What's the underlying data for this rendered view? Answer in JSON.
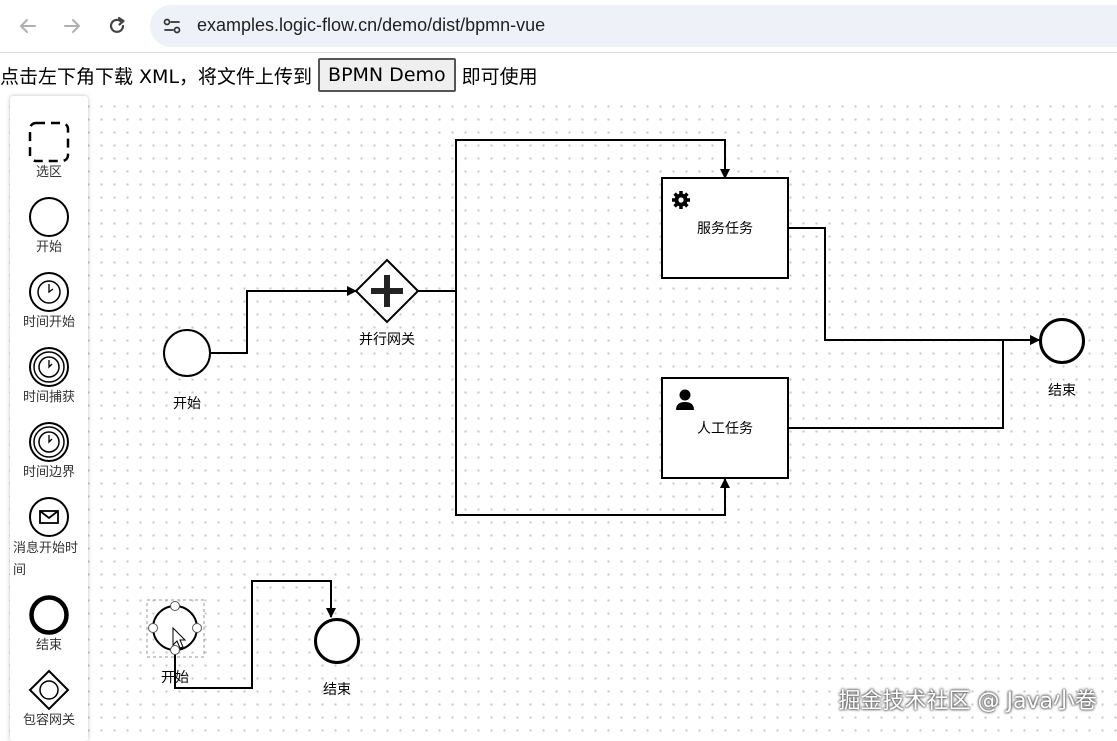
{
  "browser": {
    "url": "examples.logic-flow.cn/demo/dist/bpmn-vue"
  },
  "instruction": {
    "prefix": "点击左下角下载 XML，将文件上传到",
    "button_label": "BPMN Demo",
    "suffix": "即可使用"
  },
  "palette": {
    "items": [
      {
        "label": "选区",
        "icon": "selection-icon"
      },
      {
        "label": "开始",
        "icon": "start-event-icon"
      },
      {
        "label": "时间开始",
        "icon": "timer-start-icon"
      },
      {
        "label": "时间捕获",
        "icon": "timer-catch-icon"
      },
      {
        "label": "时间边界",
        "icon": "timer-boundary-icon"
      },
      {
        "label": "消息开始时间",
        "icon": "message-start-icon"
      },
      {
        "label": "结束",
        "icon": "end-event-icon"
      },
      {
        "label": "包容网关",
        "icon": "inclusive-gateway-icon"
      }
    ]
  },
  "diagram": {
    "start_label": "开始",
    "gateway_label": "并行网关",
    "service_task_label": "服务任务",
    "user_task_label": "人工任务",
    "end_label": "结束",
    "start2_label": "开始",
    "end2_label": "结束"
  },
  "watermark": "掘金技术社区 @ Java小卷"
}
